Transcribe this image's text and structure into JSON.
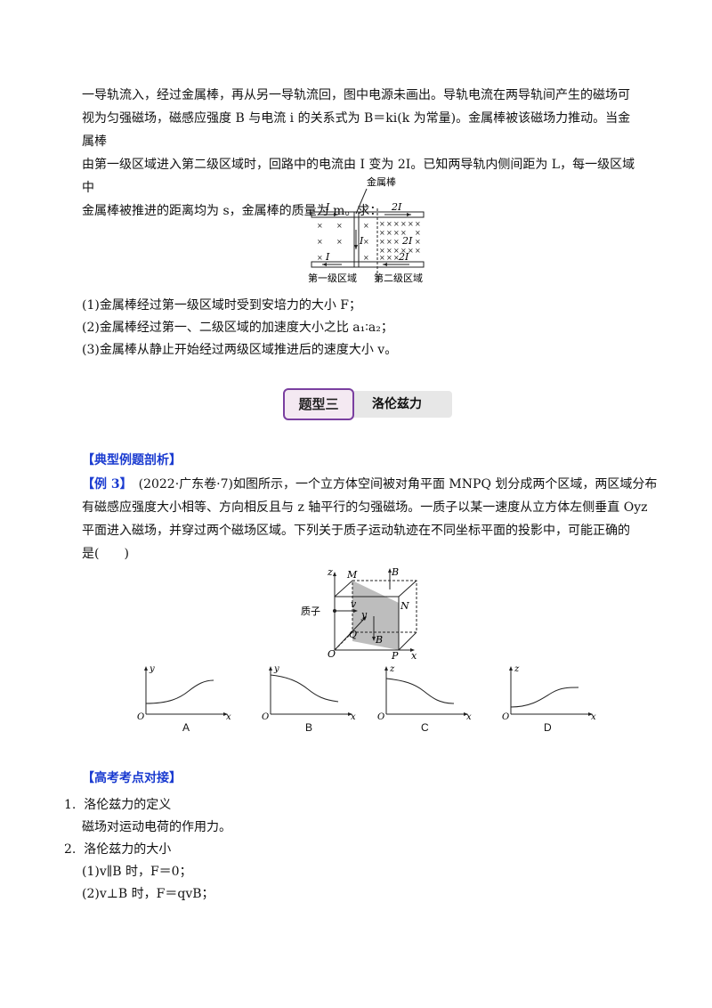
{
  "intro_paragraph": [
    "一导轨流入，经过金属棒，再从另一导轨流回，图中电源未画出。导轨电流在两导轨间产生的磁场可",
    "视为匀强磁场，磁感应强度 B 与电流 i 的关系式为 B＝ki(k 为常量)。金属棒被该磁场力推动。当金属棒",
    "由第一级区域进入第二级区域时，回路中的电流由 I 变为 2I。已知两导轨内侧间距为 L，每一级区域中",
    "金属棒被推进的距离均为 s，金属棒的质量为 m。求："
  ],
  "figure1": {
    "label_rod": "金属棒",
    "label_I_top": "I",
    "label_2I_top": "2I",
    "label_I_mid": "I",
    "label_2I_mid": "2I",
    "label_I_bottom": "I",
    "label_2I_bottom": "2I",
    "region1": "第一级区域",
    "region2": "第二级区域"
  },
  "questions": [
    "(1)金属棒经过第一级区域时受到安培力的大小 F；",
    "(2)金属棒经过第一、二级区域的加速度大小之比 a₁∶a₂；",
    "(3)金属棒从静止开始经过两级区域推进后的速度大小 v。"
  ],
  "banner": {
    "tag": "题型三",
    "title": "洛伦兹力"
  },
  "section_typical": "【典型例题剖析】",
  "example": {
    "label": "【例 3】",
    "text_line1": "　(2022·广东卷·7)如图所示，一个立方体空间被对角平面 MNPQ 划分成两个区域，两区域分布",
    "text_line2": "有磁感应强度大小相等、方向相反且与 z 轴平行的匀强磁场。一质子以某一速度从立方体左侧垂直 Oyz",
    "text_line3": "平面进入磁场，并穿过两个磁场区域。下列关于质子运动轨迹在不同坐标平面的投影中，可能正确的",
    "text_line4": "是(　　)"
  },
  "cube_figure": {
    "z": "z",
    "M": "M",
    "B_top": "B",
    "N": "N",
    "proton": "质子",
    "v": "v",
    "y": "y",
    "Q": "Q",
    "B_bottom": "B",
    "O": "O",
    "P": "P",
    "x": "x"
  },
  "options": [
    {
      "letter": "A",
      "axis_y": "y",
      "axis_x": "x",
      "origin": "O"
    },
    {
      "letter": "B",
      "axis_y": "y",
      "axis_x": "x",
      "origin": "O"
    },
    {
      "letter": "C",
      "axis_y": "z",
      "axis_x": "x",
      "origin": "O"
    },
    {
      "letter": "D",
      "axis_y": "z",
      "axis_x": "x",
      "origin": "O"
    }
  ],
  "section_exam": "【高考考点对接】",
  "points": [
    {
      "num": "1.",
      "title": "洛伦兹力的定义",
      "body": "磁场对运动电荷的作用力。"
    },
    {
      "num": "2.",
      "title": "洛伦兹力的大小",
      "items": [
        "(1)v∥B 时，F＝0；",
        "(2)v⊥B 时，F＝qvB；"
      ]
    }
  ]
}
